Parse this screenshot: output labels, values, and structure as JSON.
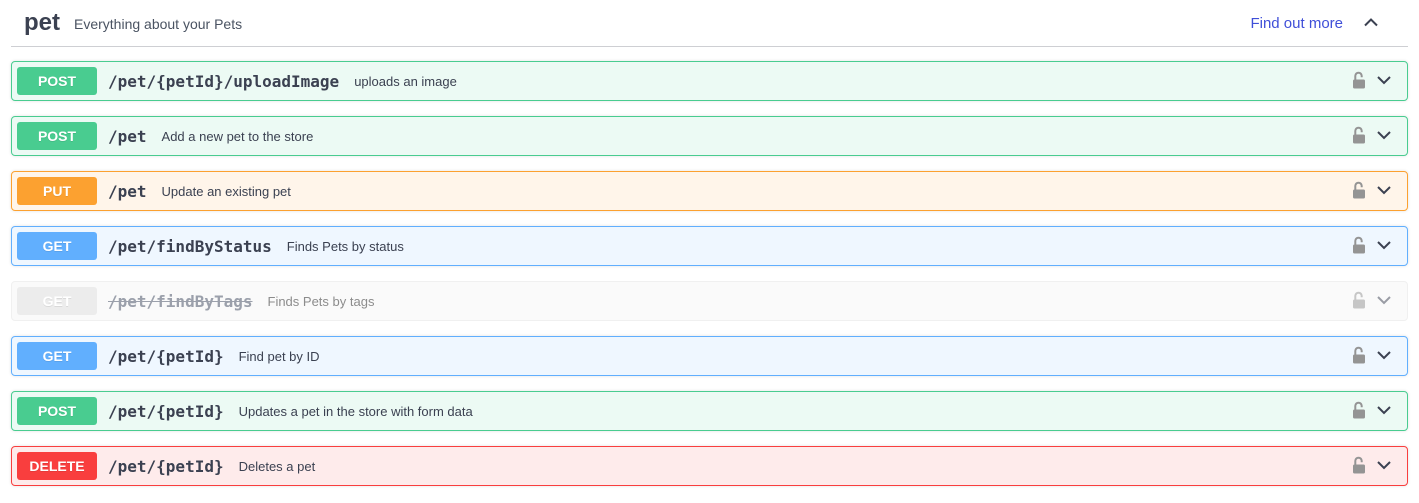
{
  "header": {
    "title": "pet",
    "subtitle": "Everything about your Pets",
    "external_link": "Find out more"
  },
  "colors": {
    "link": "#3f4fd8",
    "text": "#3b4151",
    "methods": {
      "post": "#49cc90",
      "put": "#fca130",
      "get": "#61affe",
      "delete": "#f93e3e",
      "deprecated": "#ebebeb"
    },
    "backgrounds": {
      "post": "rgba(73,204,144,0.1)",
      "put": "rgba(252,161,48,0.1)",
      "get": "rgba(97,175,254,0.1)",
      "delete": "rgba(249,62,62,0.1)",
      "deprecated": "#fafafa"
    }
  },
  "icons": {
    "section_collapse": "chevron-up-icon",
    "row_expand": "chevron-down-icon",
    "row_auth": "unlock-icon"
  },
  "operations": [
    {
      "method": "POST",
      "path": "/pet/{petId}/uploadImage",
      "description": "uploads an image",
      "deprecated": false
    },
    {
      "method": "POST",
      "path": "/pet",
      "description": "Add a new pet to the store",
      "deprecated": false
    },
    {
      "method": "PUT",
      "path": "/pet",
      "description": "Update an existing pet",
      "deprecated": false
    },
    {
      "method": "GET",
      "path": "/pet/findByStatus",
      "description": "Finds Pets by status",
      "deprecated": false
    },
    {
      "method": "GET",
      "path": "/pet/findByTags",
      "description": "Finds Pets by tags",
      "deprecated": true
    },
    {
      "method": "GET",
      "path": "/pet/{petId}",
      "description": "Find pet by ID",
      "deprecated": false
    },
    {
      "method": "POST",
      "path": "/pet/{petId}",
      "description": "Updates a pet in the store with form data",
      "deprecated": false
    },
    {
      "method": "DELETE",
      "path": "/pet/{petId}",
      "description": "Deletes a pet",
      "deprecated": false
    }
  ]
}
